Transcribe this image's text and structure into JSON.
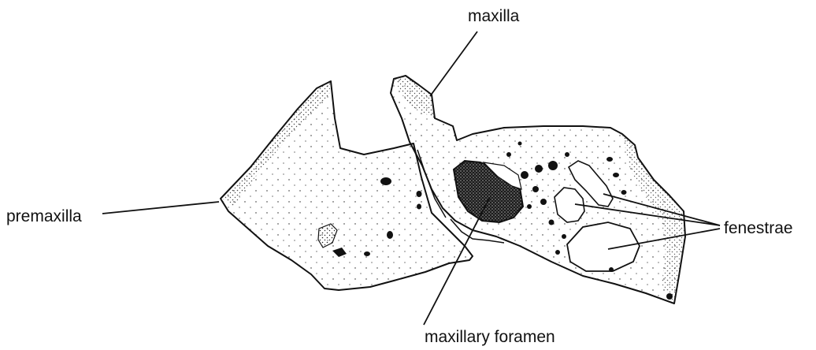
{
  "labels": {
    "maxilla": "maxilla",
    "premaxilla": "premaxilla",
    "fenestrae": "fenestrae",
    "maxillary_foramen": "maxillary foramen"
  },
  "colors": {
    "ink": "#111111",
    "bone_fill": "#ffffff",
    "background": "#ffffff"
  }
}
